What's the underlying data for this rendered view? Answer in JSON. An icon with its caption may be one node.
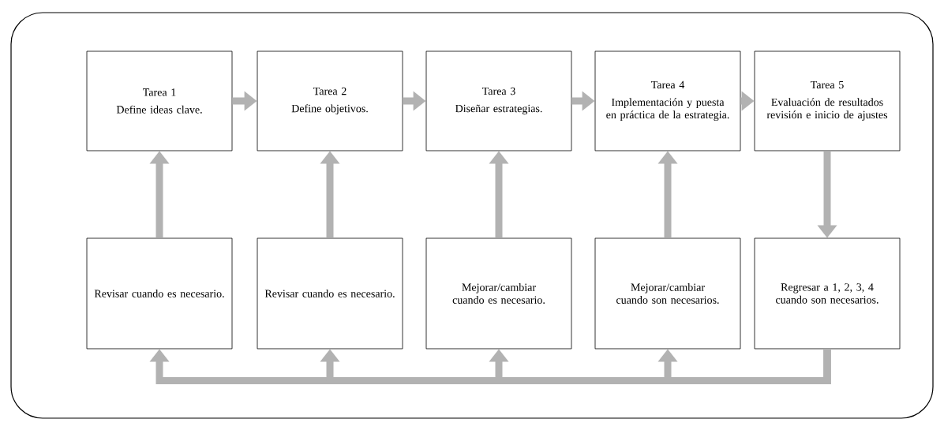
{
  "diagram": {
    "nodes": [
      {
        "text": [
          "Tarea 1",
          "Define ideas clave."
        ]
      },
      {
        "text": [
          "Tarea 2",
          "Define objetivos."
        ]
      },
      {
        "text": [
          "Tarea 3",
          "Diseñar estrategias."
        ]
      },
      {
        "text": [
          "Tarea 4",
          "Implementación y puesta en práctica de la estrategia."
        ]
      },
      {
        "text": [
          "Tarea 5",
          "Evaluación de resultados revisión e inicio de ajustes"
        ]
      },
      {
        "text": [
          "Revisar cuando es necesario."
        ]
      },
      {
        "text": [
          "Revisar cuando es necesario."
        ]
      },
      {
        "text": [
          "Mejorar/cambiar cuando es necesario."
        ]
      },
      {
        "text": [
          "Mejorar/cambiar cuando son necesarios."
        ]
      },
      {
        "text": [
          "Regresar a 1, 2, 3, 4 cuando son necesarios."
        ]
      }
    ],
    "edges": [
      {
        "from": 0,
        "to": 1,
        "arrow": "to"
      },
      {
        "from": 1,
        "to": 2,
        "arrow": "to"
      },
      {
        "from": 2,
        "to": 3,
        "arrow": "to"
      },
      {
        "from": 3,
        "to": 4,
        "arrow": "to"
      },
      {
        "from": 5,
        "to": 0,
        "arrow": "to"
      },
      {
        "from": 6,
        "to": 1,
        "arrow": "to"
      },
      {
        "from": 7,
        "to": 2,
        "arrow": "to"
      },
      {
        "from": 8,
        "to": 3,
        "arrow": "to"
      },
      {
        "from": 4,
        "to": 9,
        "arrow": "to"
      },
      {
        "from": 9,
        "to": 5,
        "arrow": "to"
      },
      {
        "from": 9,
        "to": 6,
        "arrow": "to"
      },
      {
        "from": 9,
        "to": 7,
        "arrow": "to"
      },
      {
        "from": 9,
        "to": 8,
        "arrow": "to"
      }
    ]
  }
}
